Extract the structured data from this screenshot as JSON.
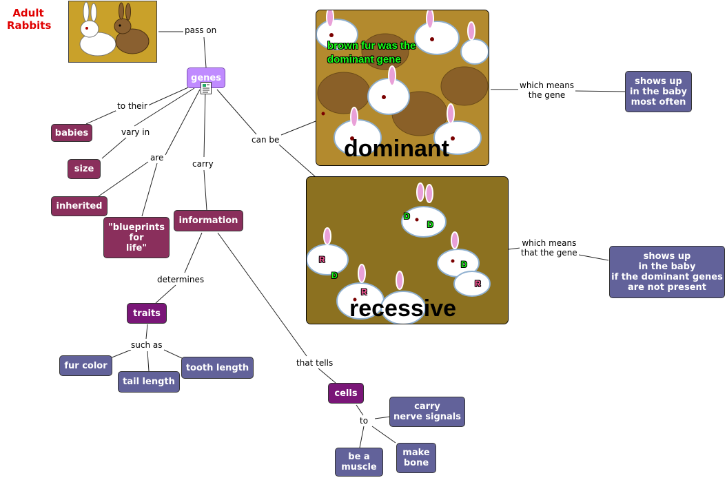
{
  "title": "Adult\nRabbits",
  "colors": {
    "plum_node": "#8a2f5c",
    "purple_node": "#7a1678",
    "lilac_node": "#c08bff",
    "slate_node": "#62629a",
    "title_red": "#e00000",
    "line": "#222222",
    "dominant_bg": "#b38a2e",
    "recessive_bg": "#8c7120",
    "green_letter": "#18ff18",
    "red_letter": "#ff5a9a"
  },
  "nodes": {
    "genes": "genes",
    "babies": "babies",
    "size": "size",
    "inherited": "inherited",
    "blueprints": "\"blueprints\nfor\nlife\"",
    "information": "information",
    "traits": "traits",
    "fur_color": "fur color",
    "tail_length": "tail length",
    "tooth_length": "tooth length",
    "cells": "cells",
    "carry_nerve": "carry\nnerve signals",
    "be_muscle": "be a\nmuscle",
    "make_bone": "make\nbone",
    "shows_often": "shows up\nin the baby\nmost often",
    "shows_absent": "shows up\nin the baby\nif the dominant genes\nare not present"
  },
  "links": {
    "pass_on": "pass on",
    "to_their": "to their",
    "vary_in": "vary in",
    "are": "are",
    "carry": "carry",
    "can_be": "can be",
    "determines": "determines",
    "such_as": "such as",
    "that_tells": "that tells",
    "to": "to",
    "which_means_1": "which means\nthe gene",
    "which_means_2": "which means\nthat the gene"
  },
  "images": {
    "dominant_word": "dominant",
    "dominant_caption": "brown fur was the dominant gene",
    "recessive_word": "recessive",
    "letter_D": "D",
    "letter_R": "R"
  },
  "icons": [
    "rabbit-icon",
    "document-icon"
  ]
}
